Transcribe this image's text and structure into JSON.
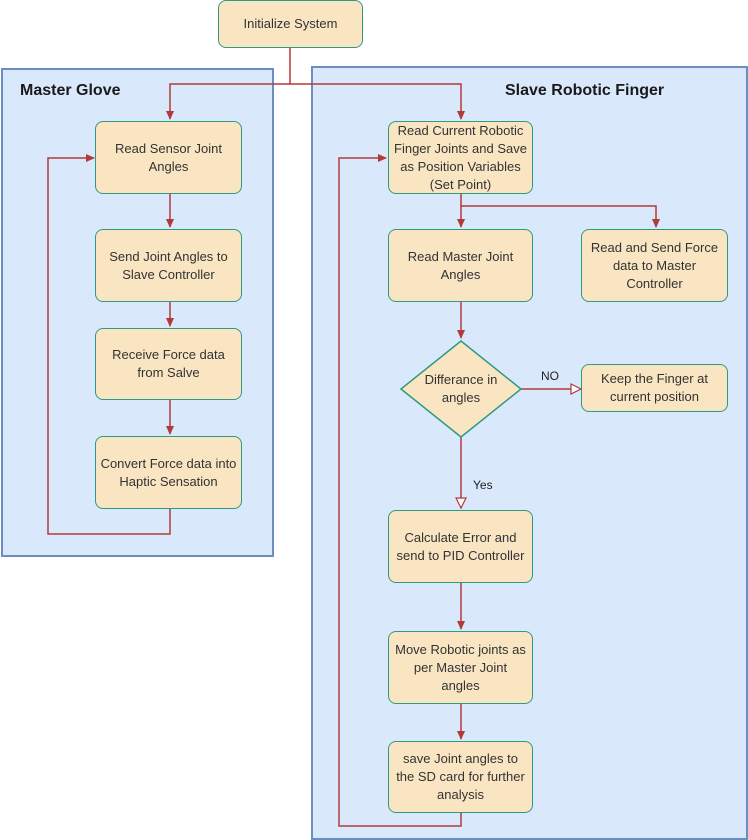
{
  "colors": {
    "lane_fill": "#dae8fc",
    "lane_border": "#6c8ebf",
    "node_fill": "#fae5c3",
    "node_border": "#2e9a80",
    "arrow": "#b23a3a"
  },
  "start": {
    "label": "Initialize System"
  },
  "master": {
    "title": "Master Glove",
    "steps": [
      "Read Sensor Joint Angles",
      "Send Joint Angles to Slave Controller",
      "Receive Force data from Salve",
      "Convert Force data into Haptic Sensation"
    ]
  },
  "slave": {
    "title": "Slave Robotic Finger",
    "read_current": "Read Current Robotic Finger Joints and Save as Position Variables (Set Point)",
    "read_master": "Read Master Joint Angles",
    "send_force": "Read and  Send Force data to Master Controller",
    "decision": "Differance in angles",
    "keep": "Keep the Finger at current position",
    "calculate": "Calculate Error and send to PID Controller",
    "move": "Move Robotic joints as per Master Joint angles",
    "save": "save Joint angles to the SD card for further analysis"
  },
  "edge_labels": {
    "no": "NO",
    "yes": "Yes"
  }
}
